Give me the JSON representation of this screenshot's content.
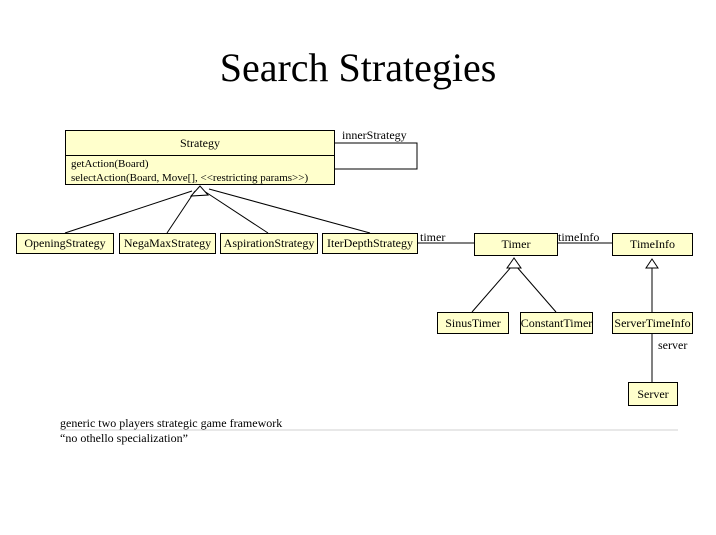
{
  "title": "Search Strategies",
  "classes": {
    "strategy": {
      "name": "Strategy",
      "methods": [
        "getAction(Board)",
        "selectAction(Board, Move[], <<restricting params>>)"
      ]
    },
    "opening": "OpeningStrategy",
    "negamax": "NegaMaxStrategy",
    "aspiration": "AspirationStrategy",
    "iterdepth": "IterDepthStrategy",
    "timer": "Timer",
    "timeinfo": "TimeInfo",
    "sinus": "SinusTimer",
    "constant": "ConstantTimer",
    "servertimeinfo": "ServerTimeInfo",
    "server": "Server"
  },
  "associations": {
    "inner_strategy": "innerStrategy",
    "timer": "timer",
    "time_info": "timeInfo",
    "server": "server"
  },
  "note": {
    "line1": "generic two players strategic game framework",
    "line2": "“no othello specialization”"
  }
}
